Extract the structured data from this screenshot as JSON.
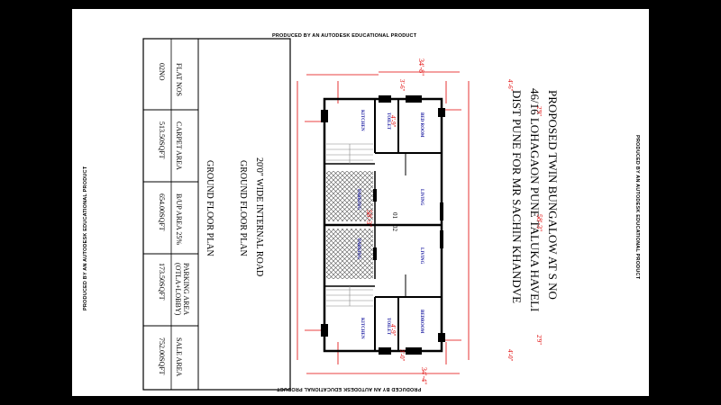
{
  "watermark": "PRODUCED BY AN AUTODESK EDUCATIONAL PRODUCT",
  "title_lines": [
    "PROPOSED TWIN BUNGALOW AT S NO",
    "46/16 LOHAGAON PUNE TALUKA HAVELI",
    "DIST PUNE FOR MR SACHIN KHANDVE"
  ],
  "road_label": "20'0\" WIDE INTERNAL ROAD",
  "plan_title": "GROUND FLOOR PLAN",
  "table": {
    "heading": "GROUND FLOOR PLAN",
    "rows": [
      {
        "label": "FLAT NOS",
        "value": "02NO"
      },
      {
        "label": "CARPET AREA",
        "value": "513.50SQFT"
      },
      {
        "label": "B/UP AREA 25%",
        "value": "654.00SQFT"
      },
      {
        "label": "PARKING AREA",
        "label2": "(OTLA+LOBBY)",
        "value": "173.50SQFT"
      },
      {
        "label": "SALE AREA",
        "value": "752.00SQFT"
      }
    ]
  },
  "dimensions": {
    "top_width": "34'-8\"",
    "bottom_width": "34'-4\"",
    "left_depth": "58'-3\"",
    "right_depth": "58'-3\"",
    "small_top_left": "3'-6\"",
    "small_top_right": "4'-6\"",
    "small_bottom_left": "3'-0\"",
    "small_bottom_right": "4'-0\"",
    "side_left_top": "4'-9\"",
    "side_left_bottom": "4'-9\"",
    "side_right_top": "2'9\"",
    "side_right_bottom": "2'9\""
  },
  "rooms": {
    "kitchen": "KITCHEN",
    "toilet_top": "TOILET",
    "bedroom_top": "BED ROOM",
    "living_top": "LIVING",
    "parking_top": "PARKING",
    "parking_bottom": "PARKING",
    "living_bottom": "LIVING",
    "kitchen_bottom": "KITCHEN",
    "toilet_bottom": "TOILET",
    "bedroom_bottom": "BEDROOM",
    "unit_1": "01",
    "unit_2": "02"
  },
  "colors": {
    "dimension_red": "#e00000",
    "room_label_blue": "#1a1aa0",
    "wall": "#000000",
    "background": "#000000",
    "sheet": "#ffffff"
  }
}
